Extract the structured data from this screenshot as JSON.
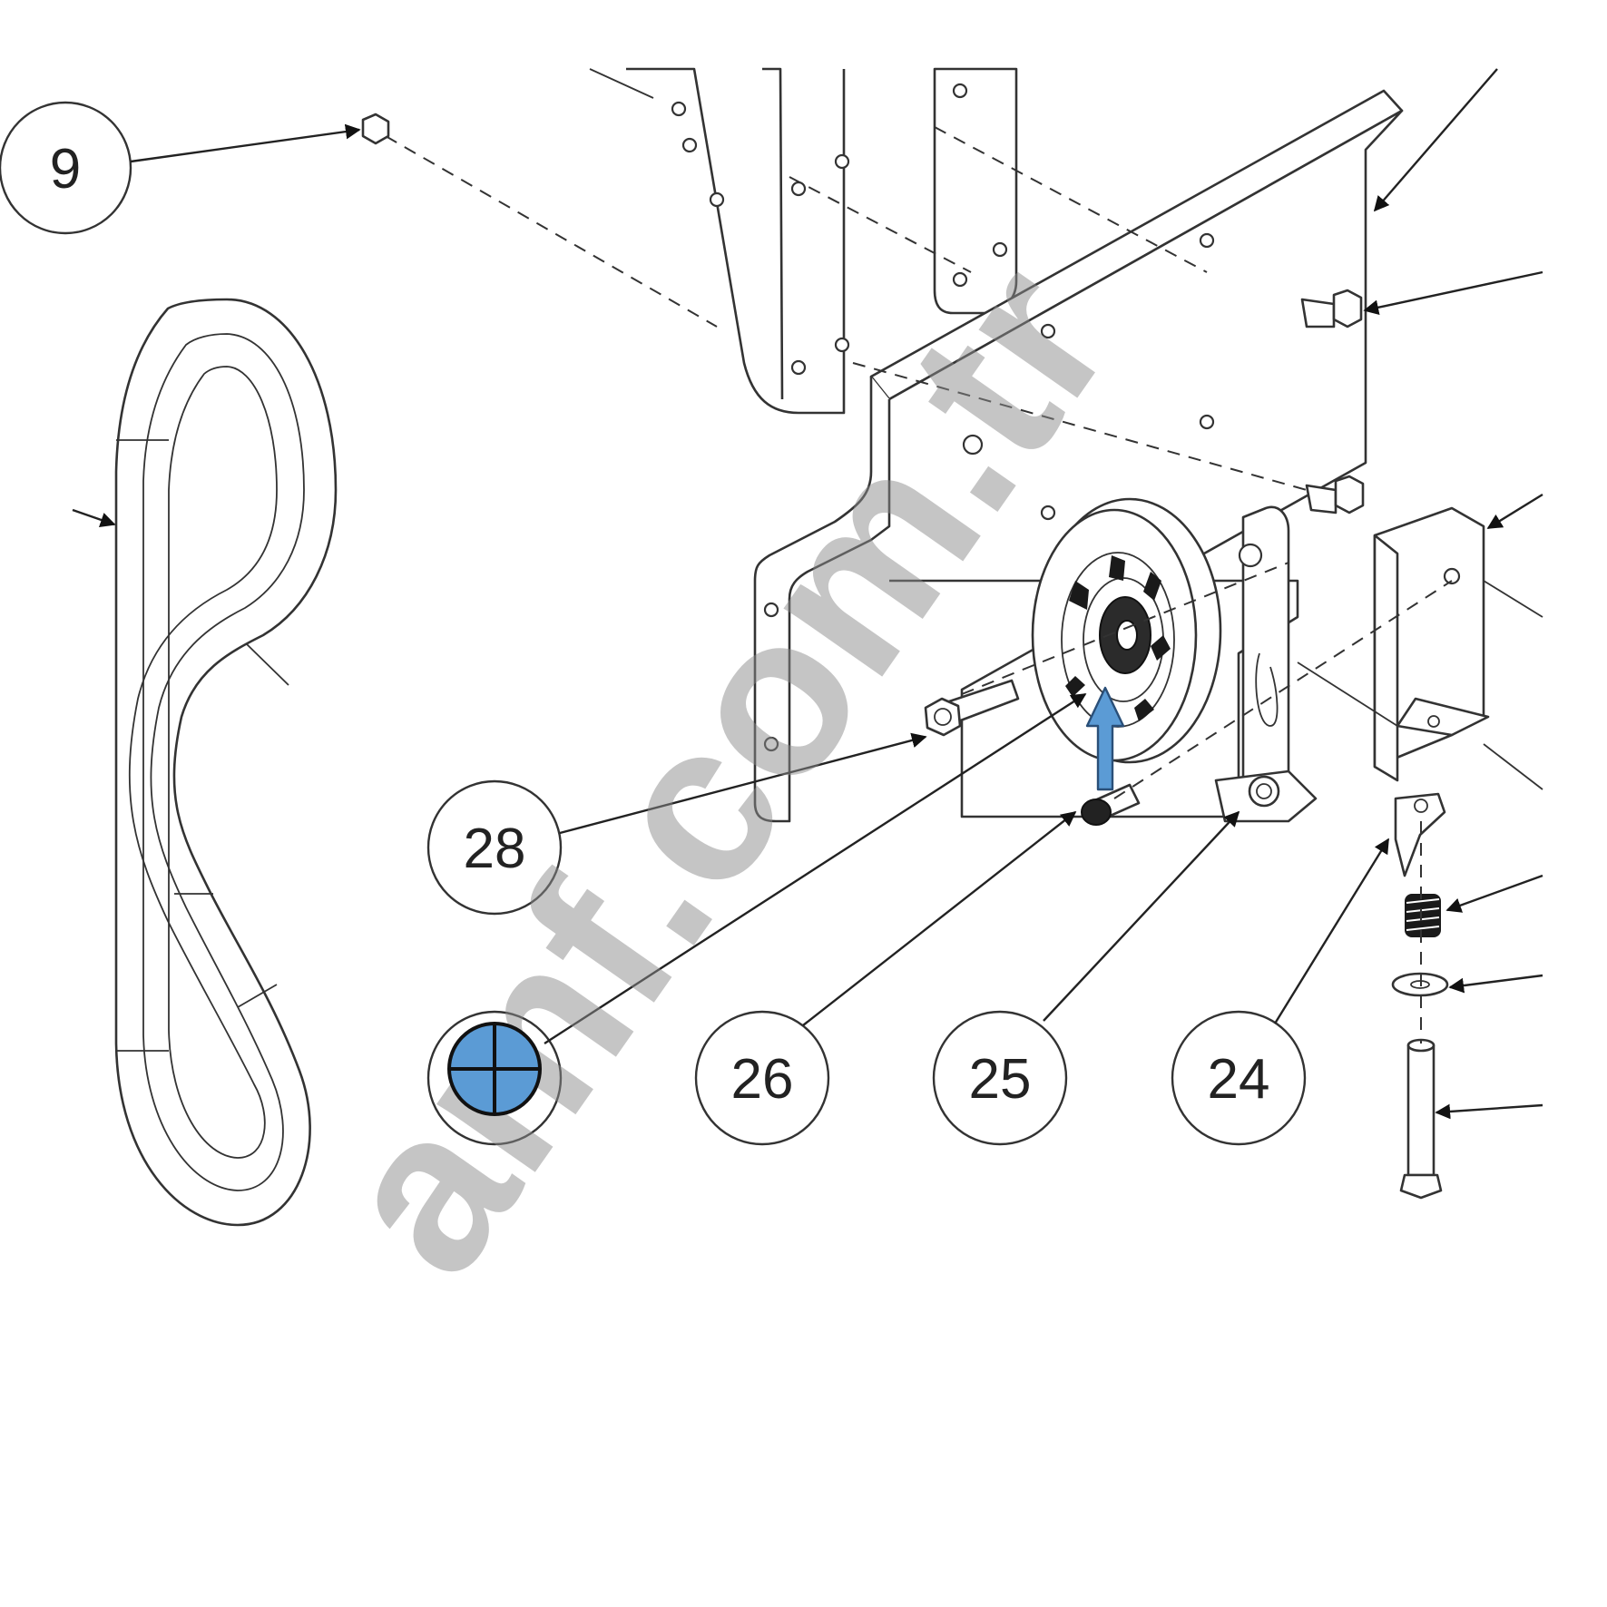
{
  "callouts": {
    "c29": "9",
    "c28": "28",
    "c26": "26",
    "c25": "25",
    "c24": "24"
  },
  "watermark": "amf.com.tr",
  "colors": {
    "highlight": "#5b9bd5",
    "line": "#333333",
    "watermark": "#8c8c8c"
  },
  "markers": {
    "selected_callout_icon": "crosshair-circle-icon",
    "pointer_icon": "up-arrow-icon"
  }
}
